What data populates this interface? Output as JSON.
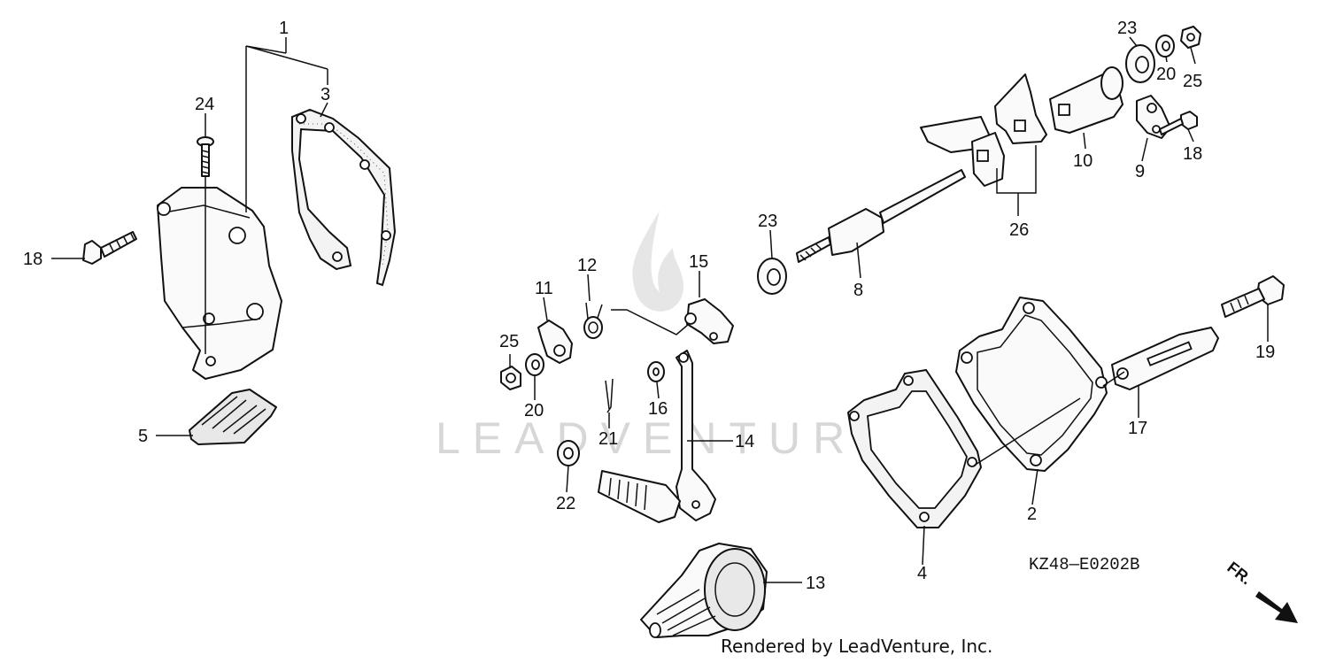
{
  "watermark": "LEADVENTURE",
  "diagram_code": "KZ48—E0202B",
  "credit": "Rendered by LeadVenture, Inc.",
  "direction_label": "FR.",
  "callouts": {
    "c1": "1",
    "c2": "2",
    "c3": "3",
    "c4": "4",
    "c5": "5",
    "c8": "8",
    "c9": "9",
    "c10": "10",
    "c11": "11",
    "c12": "12",
    "c13": "13",
    "c14": "14",
    "c15": "15",
    "c16": "16",
    "c17": "17",
    "c18a": "18",
    "c18b": "18",
    "c19": "19",
    "c20a": "20",
    "c20b": "20",
    "c21": "21",
    "c22": "22",
    "c23a": "23",
    "c23b": "23",
    "c24": "24",
    "c25a": "25",
    "c25b": "25",
    "c26": "26"
  }
}
